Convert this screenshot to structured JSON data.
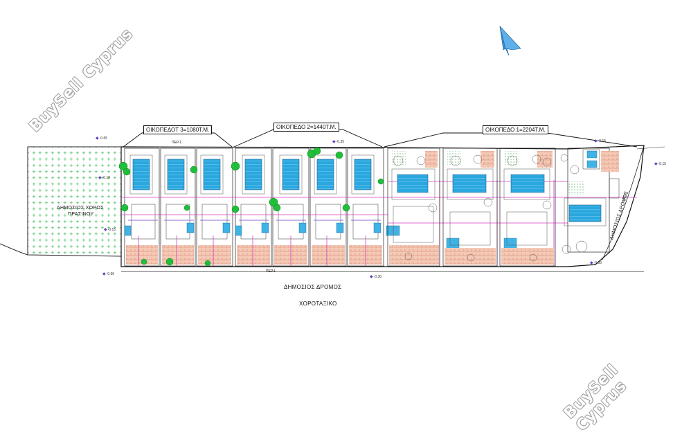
{
  "watermark": "BuySell Cyprus",
  "labels": {
    "plot3": "ΟΙΚΟΠΕΔΟΤ 3=1080Τ.Μ.",
    "plot2": "ΟΙΚΟΠΕΔΟ 2=1440Τ.Μ.",
    "plot1": "ΟΙΚΟΠΕΔΟ 1=2204Τ.Μ.",
    "public_green_1": "ΔΗΜΟΣΙΟΣ ΧΟΡΟΣ",
    "public_green_2": "ΠΡΑΣΙΝΟΥ",
    "public_road": "ΔΗΜΟΣΙΟΣ ΔΡΟΜΟΣ",
    "public_road_side": "ΔΗΜΟΣΙΟΣ ΔΡΟΜΟΣ",
    "site_plan": "ΧΟΡΟΤΑΞΙΚΟ",
    "per1_top": "ΠΕΡ.1",
    "per1_bottom": "ΠΕΡ.1",
    "per_side": "ΠΕΡ."
  },
  "levels": [
    "-0.65",
    "-0.10",
    "-0.15",
    "-0.66",
    "-0.35",
    "-0.30",
    "-0.15",
    "-0.15",
    "-0.50"
  ],
  "colors": {
    "green_dot": "#2bb64a",
    "tree": "#1fbf3a",
    "pool": "#2aa7df",
    "paving": "#e6a58d",
    "magenta": "#d63cc7",
    "purple": "#6a3fc7",
    "north_arrow": "#3b8fd8"
  }
}
